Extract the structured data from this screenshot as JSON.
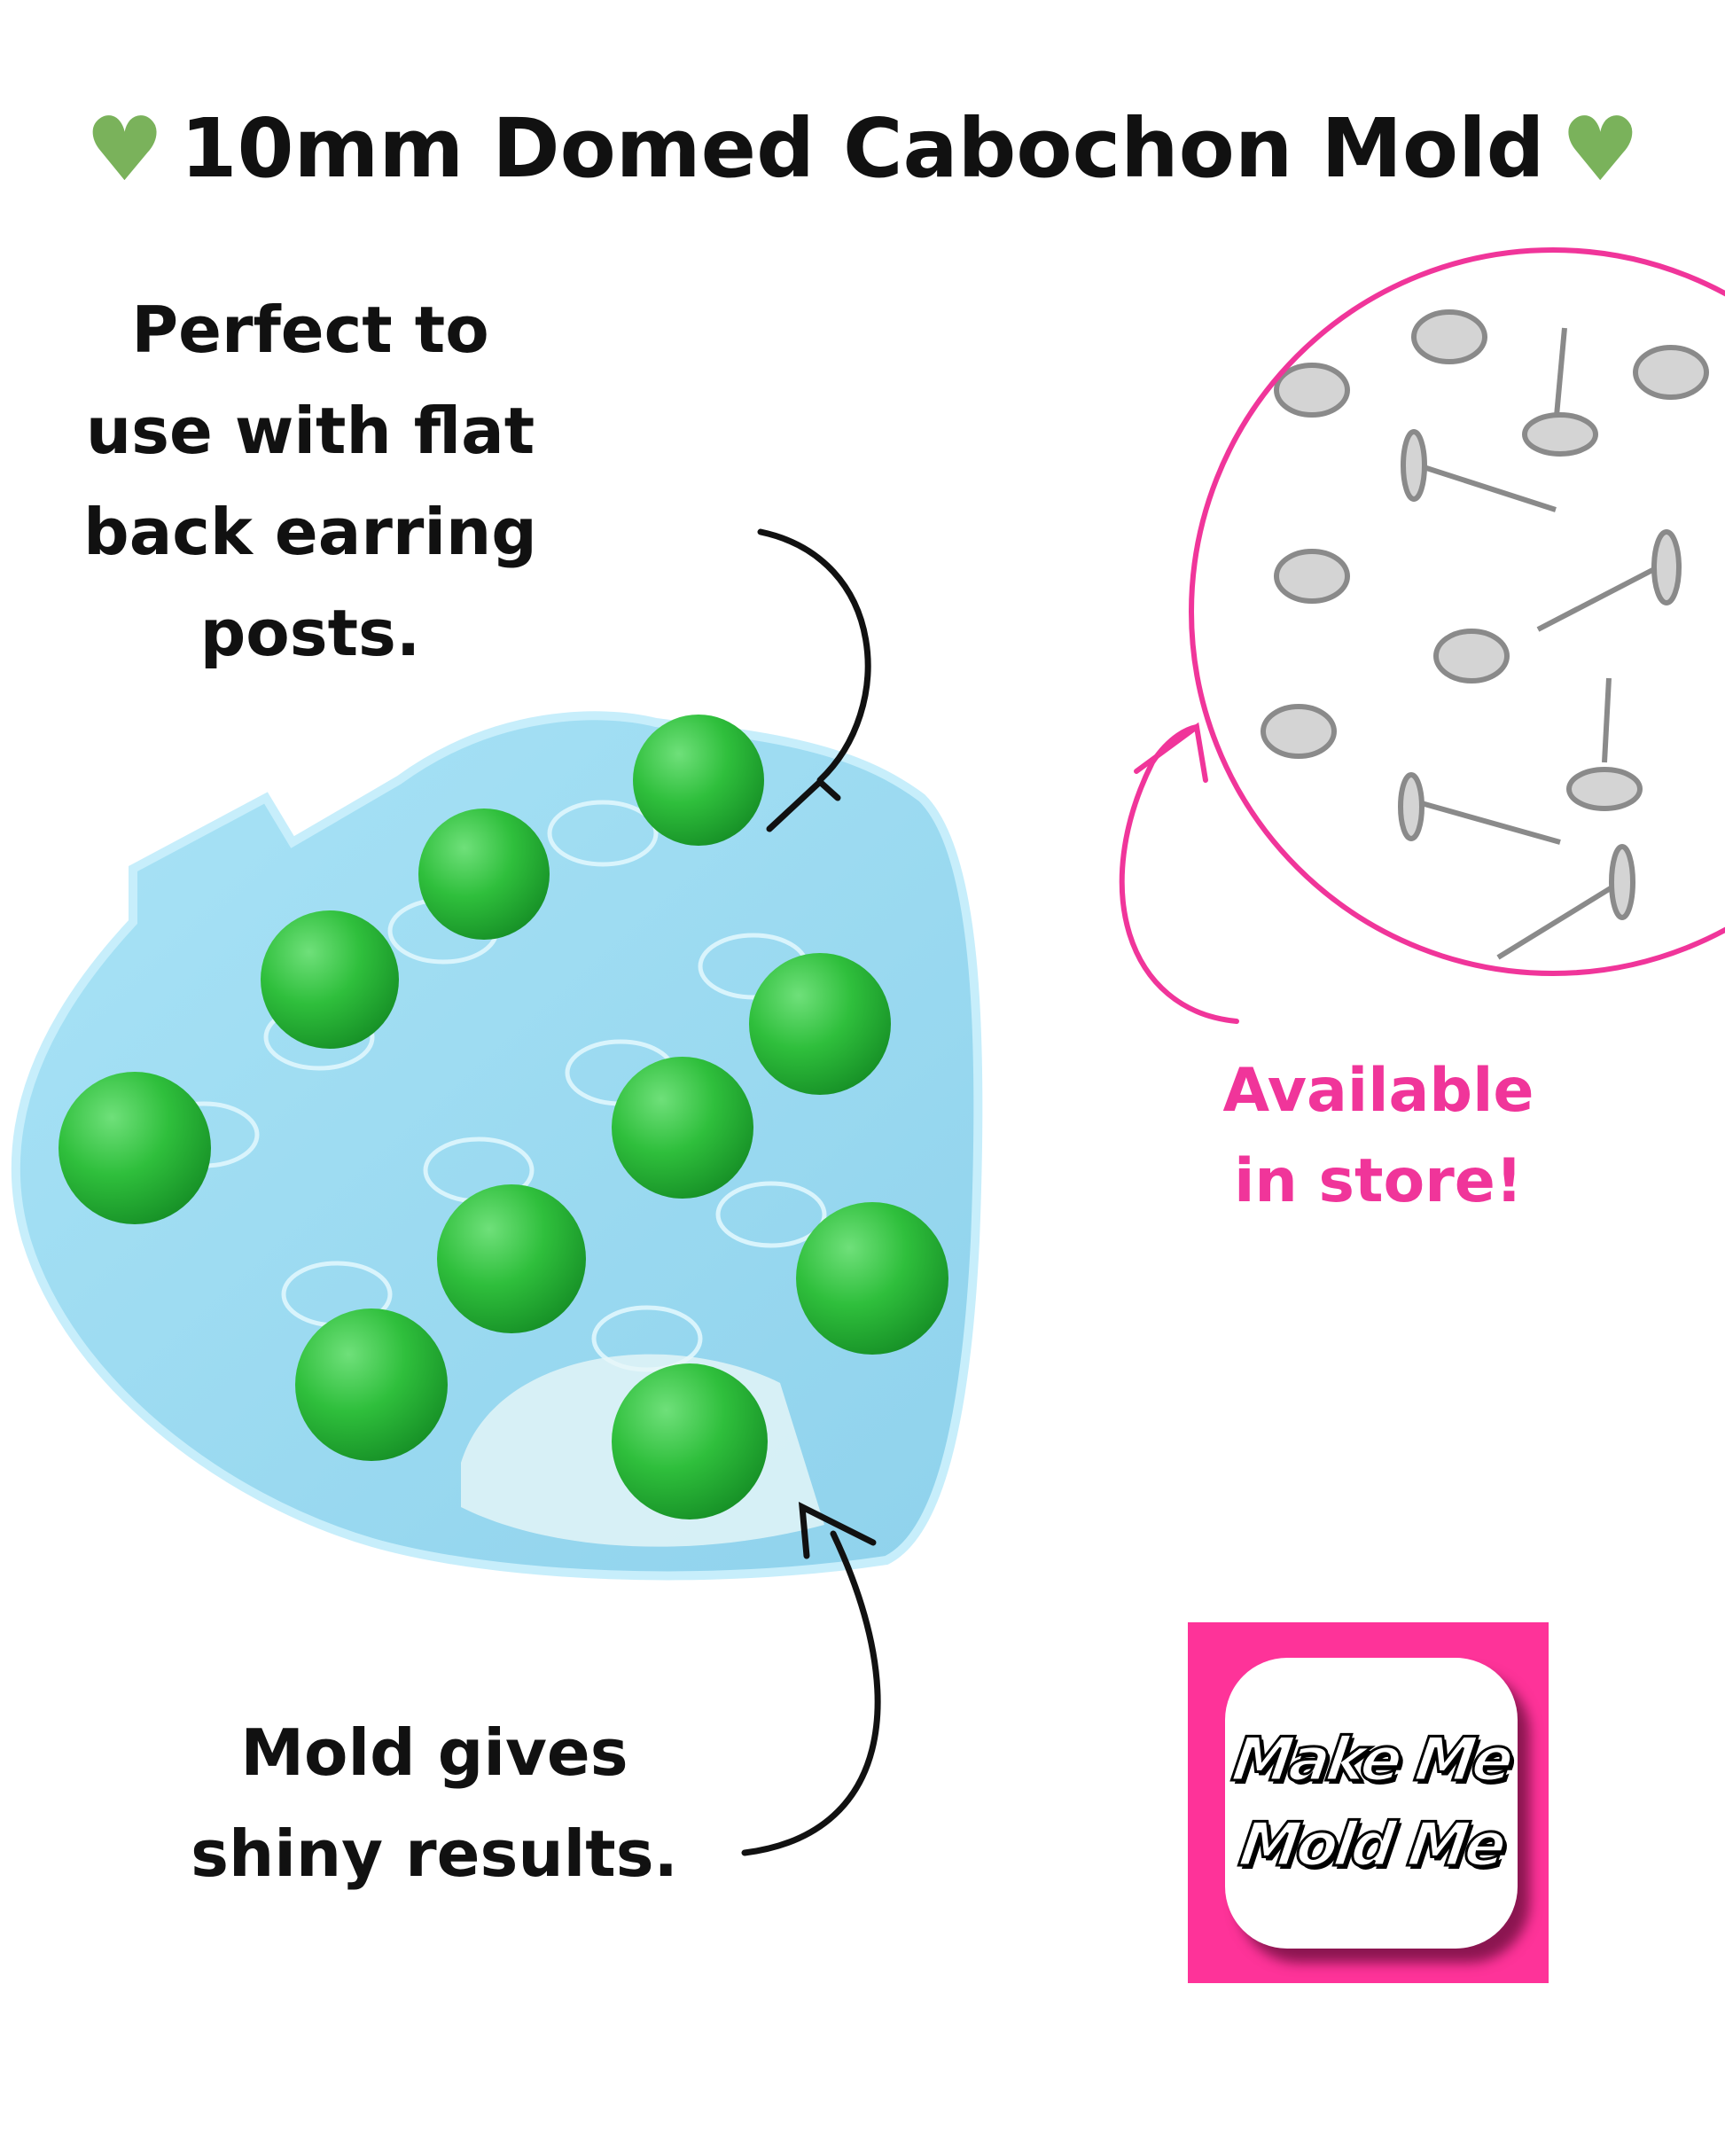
{
  "title": {
    "text": "10mm Domed Cabochon Mold",
    "heart_icon": "green-heart"
  },
  "callouts": {
    "perfect": [
      "Perfect to",
      "use with flat",
      "back earring",
      "posts."
    ],
    "shiny": [
      "Mold gives",
      "shiny results."
    ],
    "store": [
      "Available",
      "in store!"
    ]
  },
  "logo": {
    "line1": "Make Me",
    "line2": "Mold Me"
  },
  "colors": {
    "accent_pink": "#f0359a",
    "heart_green": "#7ab25b",
    "dome_green": "#2fbf3c",
    "mold_blue": "#9fdcf2"
  }
}
